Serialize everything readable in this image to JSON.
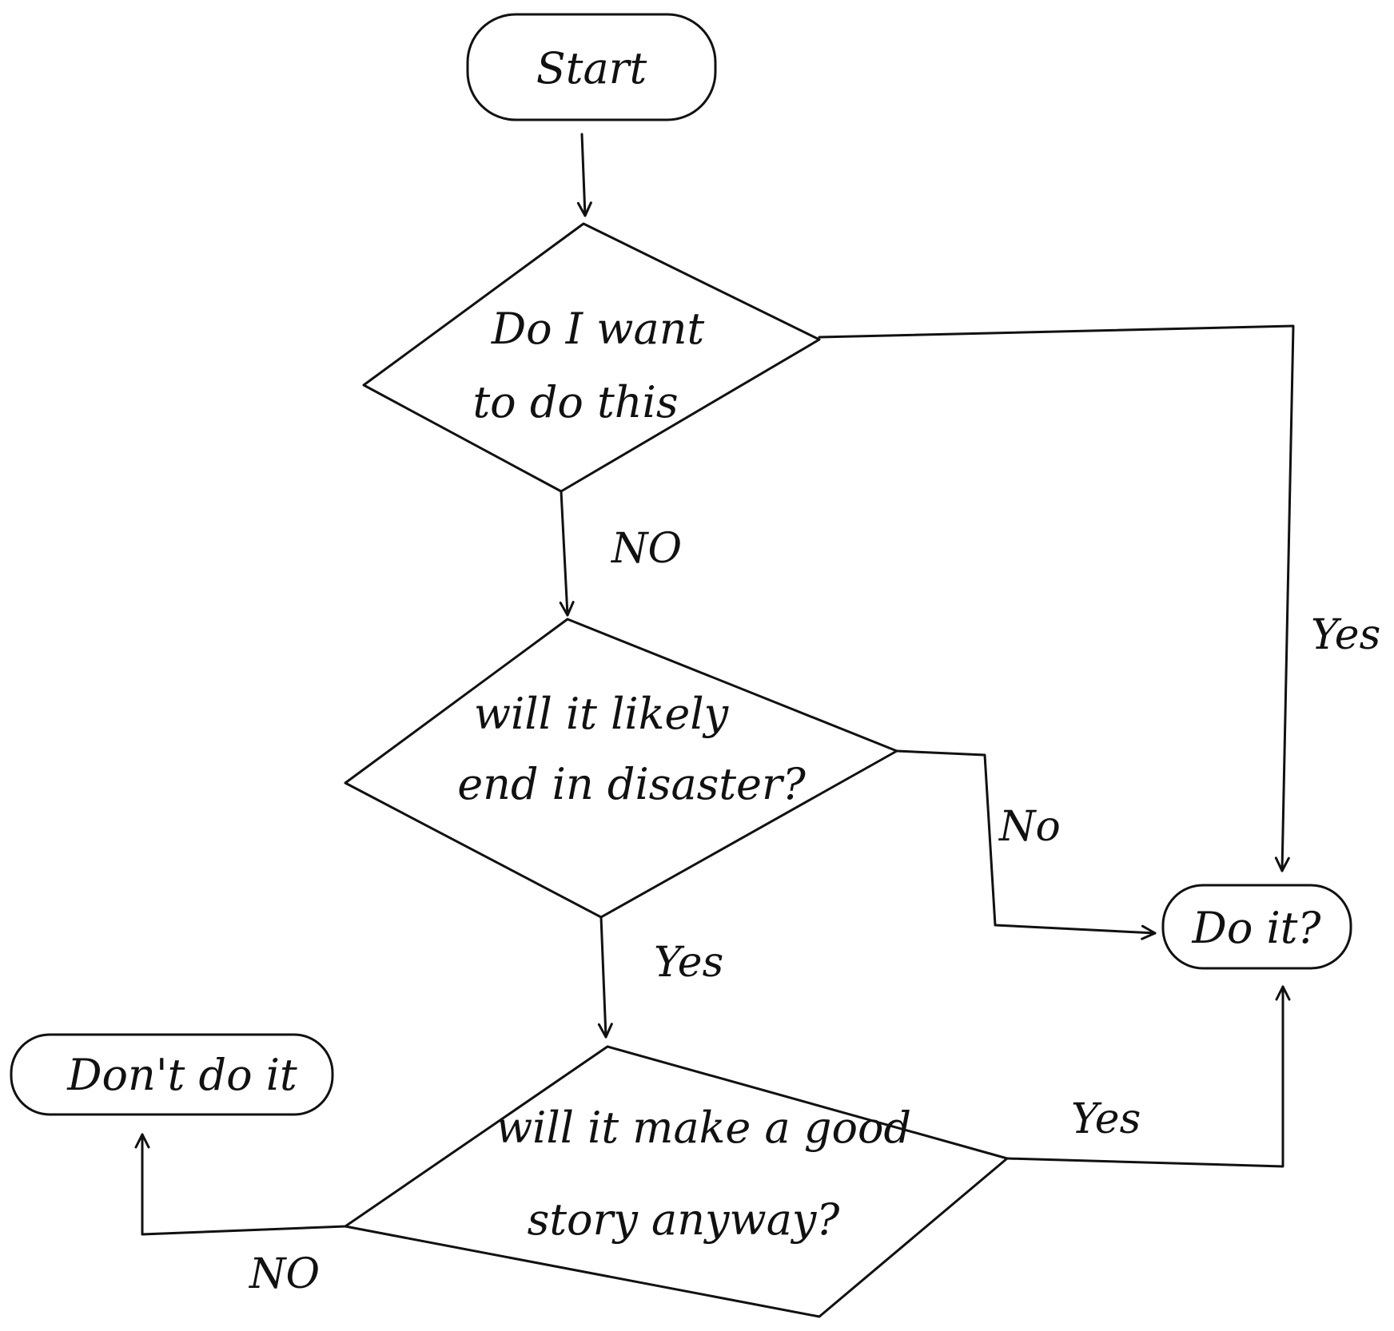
{
  "nodes": {
    "start": {
      "label": "Start"
    },
    "q1": {
      "line1": "Do I want",
      "line2": "to do this"
    },
    "q2": {
      "line1": "will it likely",
      "line2": "end in disaster?"
    },
    "q3": {
      "line1": "will it make a good",
      "line2": "story anyway?"
    },
    "do_it": {
      "label": "Do it?"
    },
    "dont_do_it": {
      "label": "Don't do it"
    }
  },
  "edges": {
    "q1_no": "NO",
    "q1_yes": "Yes",
    "q2_no": "No",
    "q2_yes": "Yes",
    "q3_yes": "Yes",
    "q3_no": "NO"
  },
  "colors": {
    "ink": "#111111",
    "paper": "#ffffff"
  }
}
